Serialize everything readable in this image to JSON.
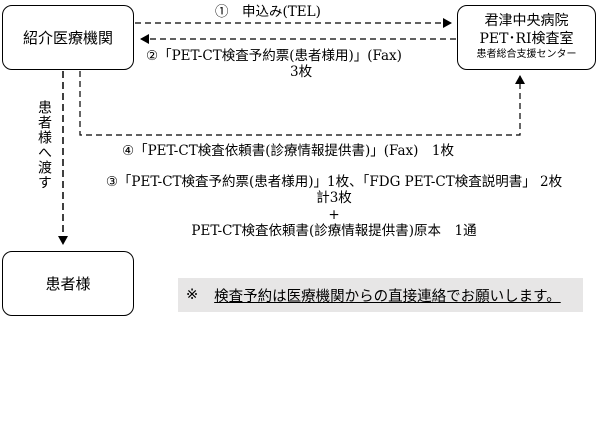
{
  "nodes": {
    "referrer": "紹介医療機関",
    "hospital": {
      "name": "君津中央病院",
      "dept": "PET･RI検査室",
      "center": "患者総合支援センター"
    },
    "patient": "患者様"
  },
  "steps": {
    "step1": "①　申込み(TEL)",
    "step2": "②「PET-CT検査予約票(患者様用)」(Fax)",
    "step2_count": "3枚",
    "step4": "④「PET-CT検査依頼書(診療情報提供書)」(Fax)　1枚",
    "step3": {
      "line1": "③「PET-CT検査予約票(患者様用)」1枚、「FDG PET-CT検査説明書」 2枚",
      "line2": "計3枚",
      "line3": "+",
      "line4": "PET-CT検査依頼書(診療情報提供書)原本　1通"
    }
  },
  "handover_label": "患者様へ渡す",
  "notice": {
    "mark": "※",
    "message": "検査予約は医療機関からの直接連絡でお願いします。"
  }
}
